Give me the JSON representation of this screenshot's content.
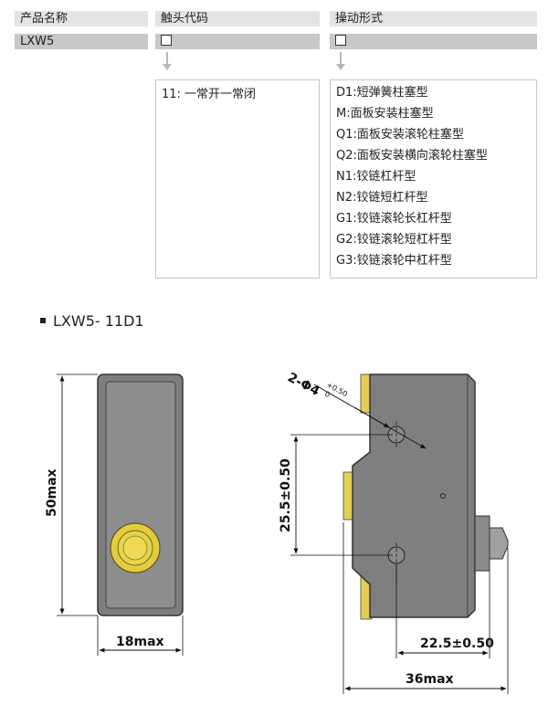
{
  "table": {
    "headers": [
      "产品名称",
      "触头代码",
      "操动形式"
    ],
    "product": "LXW5",
    "contact_options": [
      "11: 一常开一常闭"
    ],
    "actuator_options": [
      "D1:短弹簧柱塞型",
      "M:面板安装柱塞型",
      "Q1:面板安装滚轮柱塞型",
      "Q2:面板安装横向滚轮柱塞型",
      "N1:铰链杠杆型",
      "N2:铰链短杠杆型",
      "G1:铰链滚轮长杠杆型",
      "G2:铰链滚轮短杠杆型",
      "G3:铰链滚轮中杠杆型"
    ]
  },
  "model_heading": "LXW5- 11D1",
  "dimensions": {
    "height": "50max",
    "width": "18max",
    "hole": "2-Φ4",
    "hole_tol_upper": "+0.50",
    "hole_tol_lower": "0",
    "hole_spacing": "25.5±0.50",
    "offset": "22.5±0.50",
    "length": "36max"
  },
  "colors": {
    "body": "#8a8a8a",
    "button": "#e8d24a",
    "header_bg": "#e5e3e4",
    "value_bg": "#c9c7c8"
  }
}
